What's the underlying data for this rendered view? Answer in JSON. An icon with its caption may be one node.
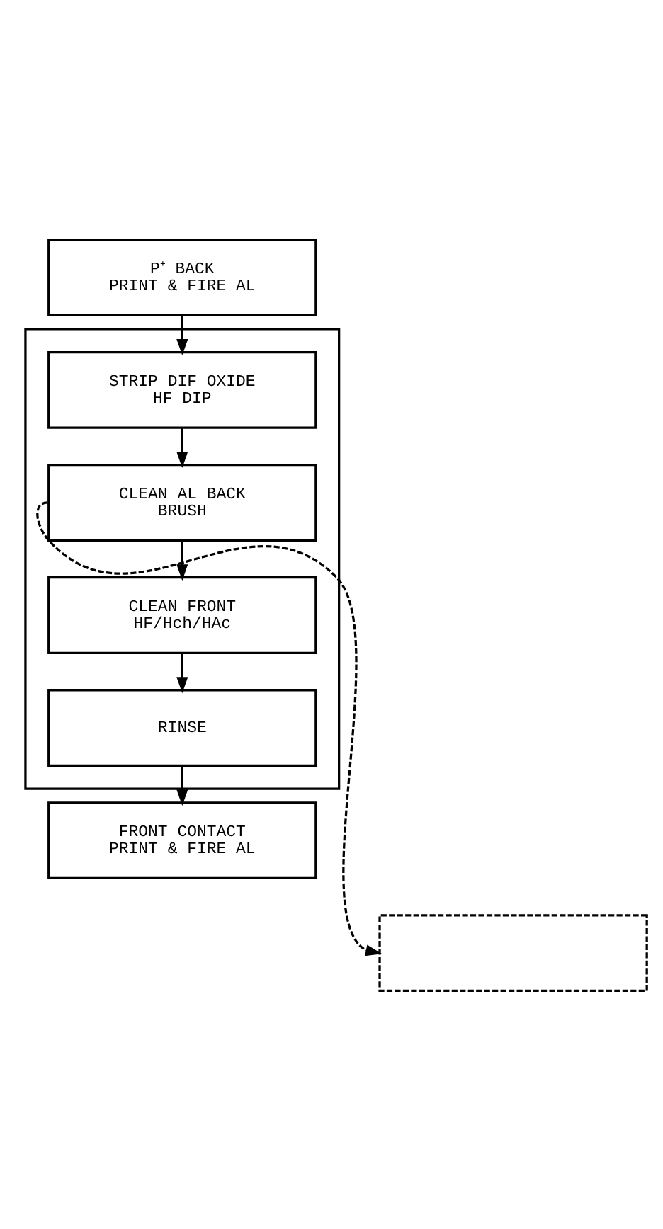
{
  "diagram": {
    "nodes": [
      {
        "text": [
          "P⁺ BACK",
          "PRINT & FIRE AL"
        ]
      },
      {
        "text": [],
        "shape": "box"
      },
      {
        "text": [
          "STRIP DIF OXIDE",
          "HF DIP"
        ],
        "in": 1
      },
      {
        "text": [
          "CLEAN AL BACK",
          "BRUSH"
        ],
        "in": 1
      },
      {
        "text": [
          "CLEAN FRONT",
          "HF/Hch/HAc"
        ],
        "in": 1
      },
      {
        "text": [
          "RINSE"
        ],
        "in": 1
      },
      {
        "text": [
          "FRONT CONTACT",
          "PRINT & FIRE AL"
        ]
      },
      {
        "text": [],
        "shape": "box"
      }
    ],
    "edges": [
      {
        "from": 0,
        "to": 2,
        "arrow": "to"
      },
      {
        "from": 2,
        "to": 3,
        "arrow": "to"
      },
      {
        "from": 3,
        "to": 4,
        "arrow": "to"
      },
      {
        "from": 4,
        "to": 5,
        "arrow": "to"
      },
      {
        "from": 5,
        "to": 6,
        "arrow": "to"
      },
      {
        "from": 3,
        "to": 7,
        "arrow": "to",
        "style": "dashed"
      }
    ]
  }
}
